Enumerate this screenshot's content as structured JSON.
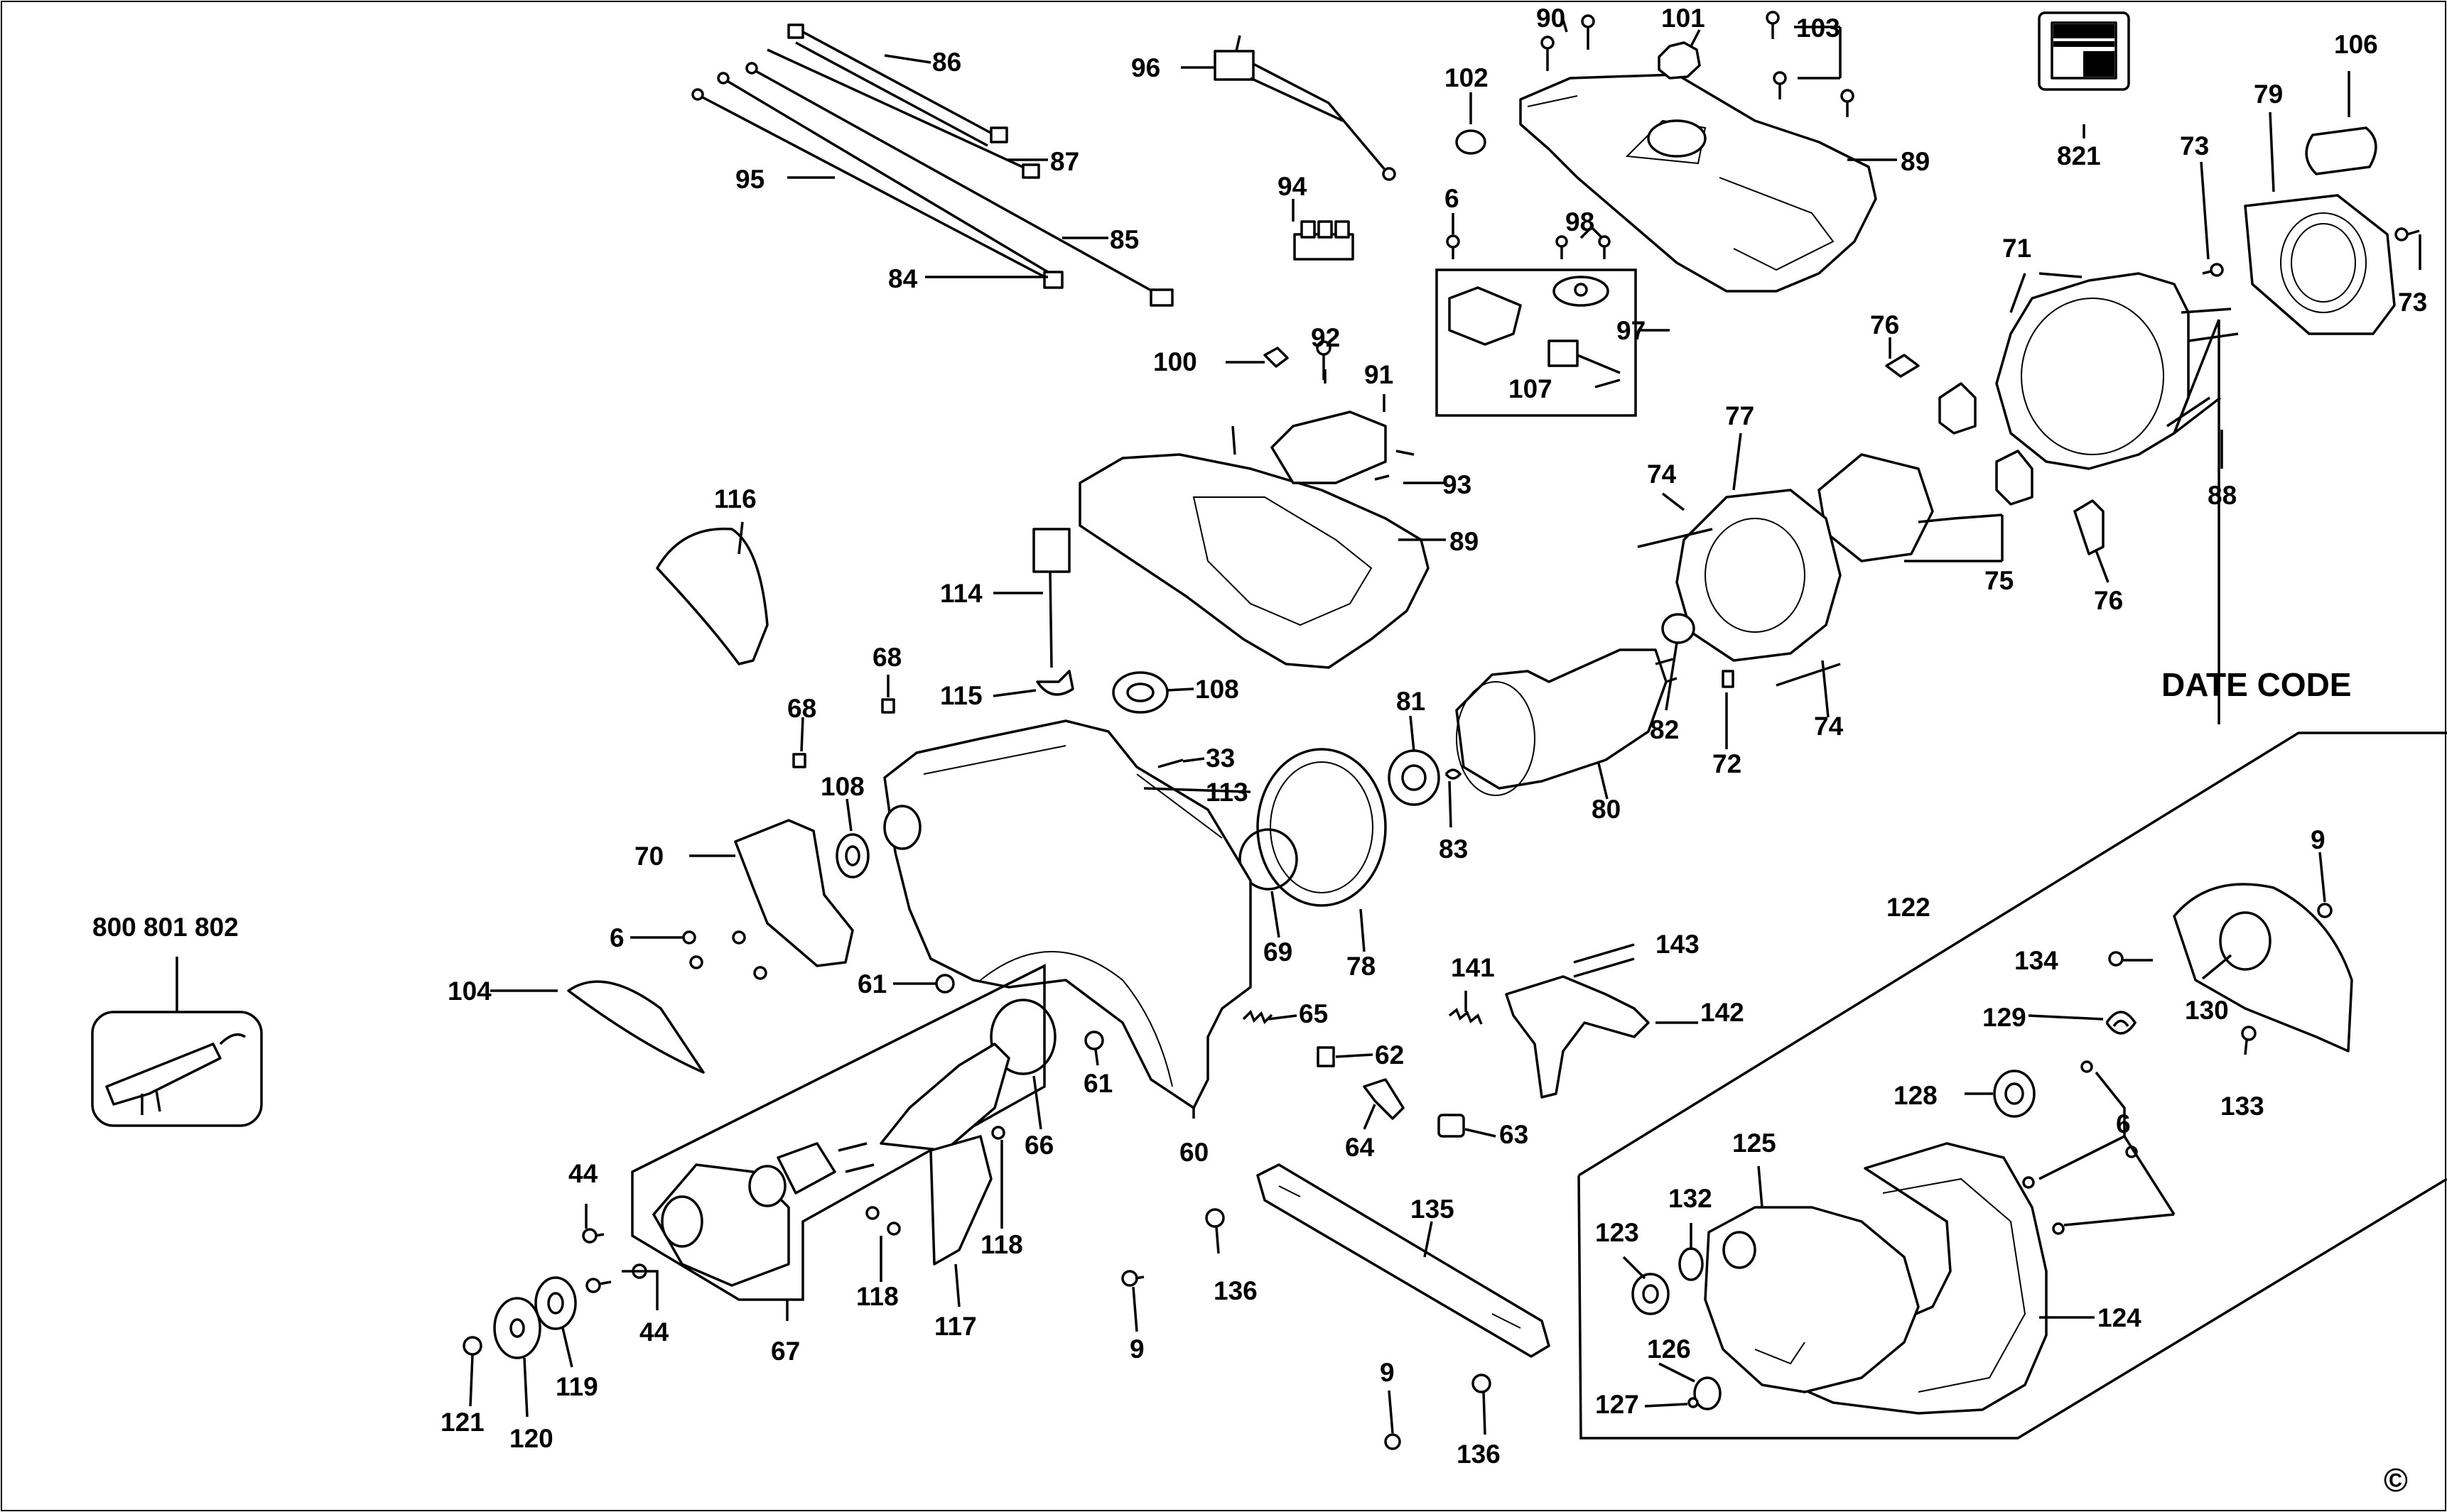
{
  "diagram": {
    "part_labels": [
      "86",
      "87",
      "95",
      "85",
      "84",
      "96",
      "94",
      "90",
      "101",
      "103",
      "89",
      "102",
      "6",
      "98",
      "97",
      "107",
      "100",
      "92",
      "91",
      "93",
      "89",
      "821",
      "106",
      "79",
      "73",
      "73",
      "71",
      "76",
      "88",
      "74",
      "77",
      "75",
      "76",
      "116",
      "114",
      "115",
      "108",
      "68",
      "68",
      "108",
      "33",
      "113",
      "81",
      "82",
      "72",
      "74",
      "80",
      "83",
      "70",
      "6",
      "104",
      "61",
      "69",
      "78",
      "65",
      "62",
      "143",
      "141",
      "142",
      "63",
      "64",
      "61",
      "66",
      "60",
      "44",
      "44",
      "67",
      "118",
      "118",
      "117",
      "121",
      "120",
      "119",
      "9",
      "136",
      "135",
      "136",
      "9",
      "122",
      "9",
      "134",
      "130",
      "129",
      "133",
      "128",
      "6",
      "125",
      "132",
      "123",
      "124",
      "126",
      "127",
      "800 801 802"
    ],
    "date_code_label": "DATE CODE",
    "copyright_symbol": "©"
  }
}
